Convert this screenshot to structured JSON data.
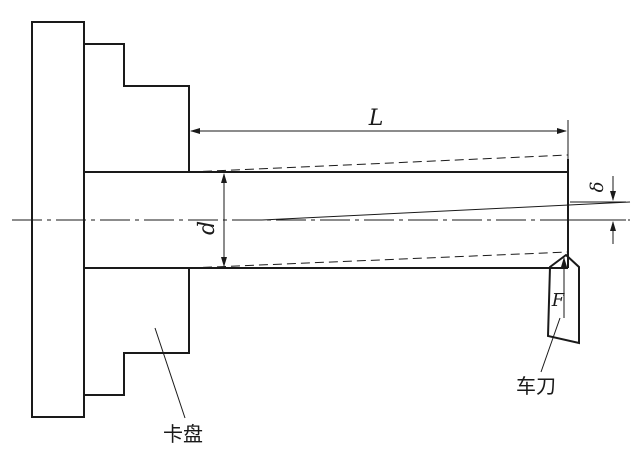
{
  "labels": {
    "length": "L",
    "diameter": "d",
    "deflection": "δ",
    "force": "F",
    "chuck": "卡盘",
    "tool": "车刀"
  }
}
